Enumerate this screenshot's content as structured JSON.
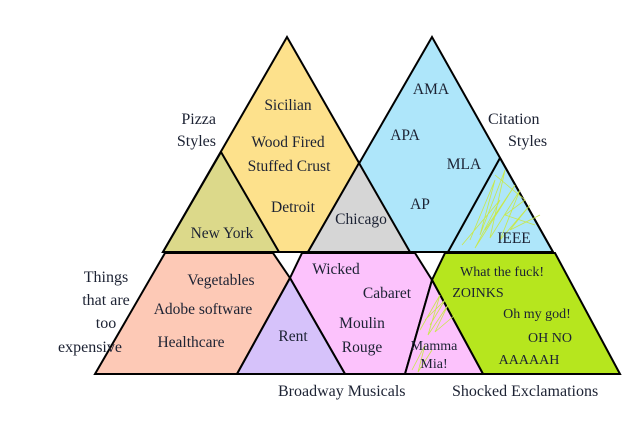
{
  "colors": {
    "pizza": "#fde18c",
    "new_york": "#dcd98a",
    "chicago": "#d6d6d6",
    "citation": "#aee6fa",
    "things": "#fdc9b6",
    "rent": "#d6c2fa",
    "broadway": "#fcc2fc",
    "shocked": "#b6e61e",
    "scribble": "#c8e84a"
  },
  "categories": {
    "pizza": [
      "Pizza",
      "Styles"
    ],
    "citation": [
      "Citation",
      "Styles"
    ],
    "things": [
      "Things",
      "that are",
      "too",
      "expensive"
    ],
    "broadway": "Broadway Musicals",
    "shocked": "Shocked Exclamations"
  },
  "items": {
    "sicilian": "Sicilian",
    "wood_fired": "Wood Fired",
    "stuffed_crust": "Stuffed Crust",
    "detroit": "Detroit",
    "new_york": "New York",
    "chicago": "Chicago",
    "ama": "AMA",
    "apa": "APA",
    "mla": "MLA",
    "ap": "AP",
    "ieee": "IEEE",
    "vegetables": "Vegetables",
    "adobe": "Adobe software",
    "healthcare": "Healthcare",
    "rent": "Rent",
    "wicked": "Wicked",
    "cabaret": "Cabaret",
    "moulin_rouge": [
      "Moulin",
      "Rouge"
    ],
    "mamma_mia": [
      "Mamma",
      "Mia!"
    ],
    "wtf": "What the fuck!",
    "zoinks": "ZOINKS",
    "oh_my_god": "Oh my god!",
    "oh_no": "OH NO",
    "aaaaah": "AAAAAH"
  }
}
